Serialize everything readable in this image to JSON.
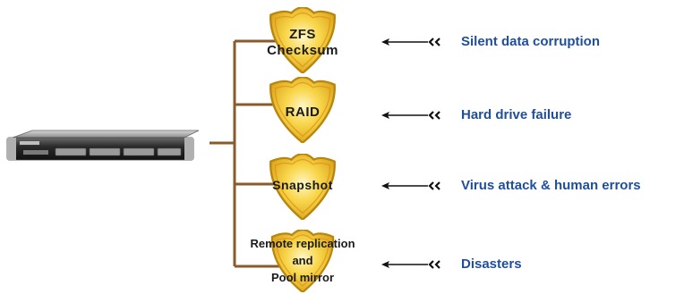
{
  "protections": [
    {
      "label_lines": [
        "ZFS",
        "Checksum"
      ],
      "threat": "Silent data corruption"
    },
    {
      "label_lines": [
        "RAID"
      ],
      "threat": "Hard drive failure"
    },
    {
      "label_lines": [
        "Snapshot"
      ],
      "threat": "Virus attack & human errors"
    },
    {
      "label_lines": [
        "Remote replication",
        "and",
        "Pool mirror"
      ],
      "threat": "Disasters"
    }
  ],
  "colors": {
    "bracket": "#8b5a2b",
    "shield_fill": "#f3c230",
    "shield_edge": "#b8860b",
    "arrow": "#111111",
    "threat_text": "#1f4e9c"
  },
  "icons": {
    "server": "rack-server-icon",
    "shield": "shield-icon",
    "arrow": "double-chevron-left-arrow-icon"
  }
}
